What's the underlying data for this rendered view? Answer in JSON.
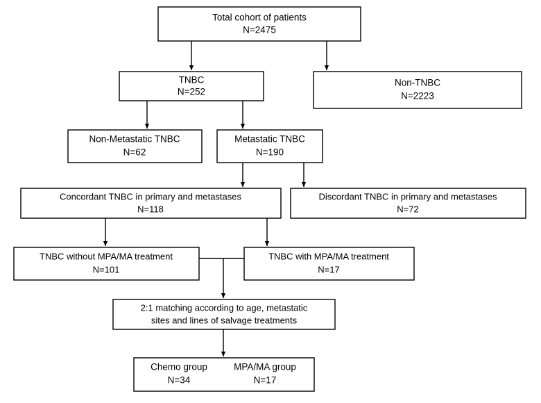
{
  "diagram": {
    "title": "Patient cohort selection flow diagram",
    "colors": {
      "box_fill": "#ffffff",
      "box_stroke": "#000000",
      "text": "#000000",
      "background": "#ffffff"
    },
    "nodes": [
      {
        "id": "total-cohort",
        "line1": "Total cohort of patients",
        "line2": "N=2475",
        "count": 2475
      },
      {
        "id": "tnbc",
        "line1": "TNBC",
        "line2": "N=252",
        "count": 252
      },
      {
        "id": "non-tnbc",
        "line1": "Non-TNBC",
        "line2": "N=2223",
        "count": 2223
      },
      {
        "id": "non-metastatic-tnbc",
        "line1": "Non-Metastatic TNBC",
        "line2": "N=62",
        "count": 62
      },
      {
        "id": "metastatic-tnbc",
        "line1": "Metastatic TNBC",
        "line2": "N=190",
        "count": 190
      },
      {
        "id": "concordant-tnbc",
        "line1": "Concordant TNBC in primary and metastases",
        "line2": "N=118",
        "count": 118
      },
      {
        "id": "discordant-tnbc",
        "line1": "Discordant TNBC in primary and metastases",
        "line2": "N=72",
        "count": 72
      },
      {
        "id": "tnbc-without-mpa-ma",
        "line1": "TNBC without MPA/MA treatment",
        "line2": "N=101",
        "count": 101
      },
      {
        "id": "tnbc-with-mpa-ma",
        "line1": "TNBC with MPA/MA treatment",
        "line2": "N=17",
        "count": 17
      },
      {
        "id": "matching-criteria",
        "line1": "2:1 matching according to age, metastatic",
        "line2": "sites and lines of salvage treatments",
        "count": null
      },
      {
        "id": "chemo-group",
        "line1": "Chemo group",
        "line2": "N=34",
        "count": 34
      },
      {
        "id": "mpa-ma-group",
        "line1": "MPA/MA group",
        "line2": "N=17",
        "count": 17
      }
    ]
  }
}
